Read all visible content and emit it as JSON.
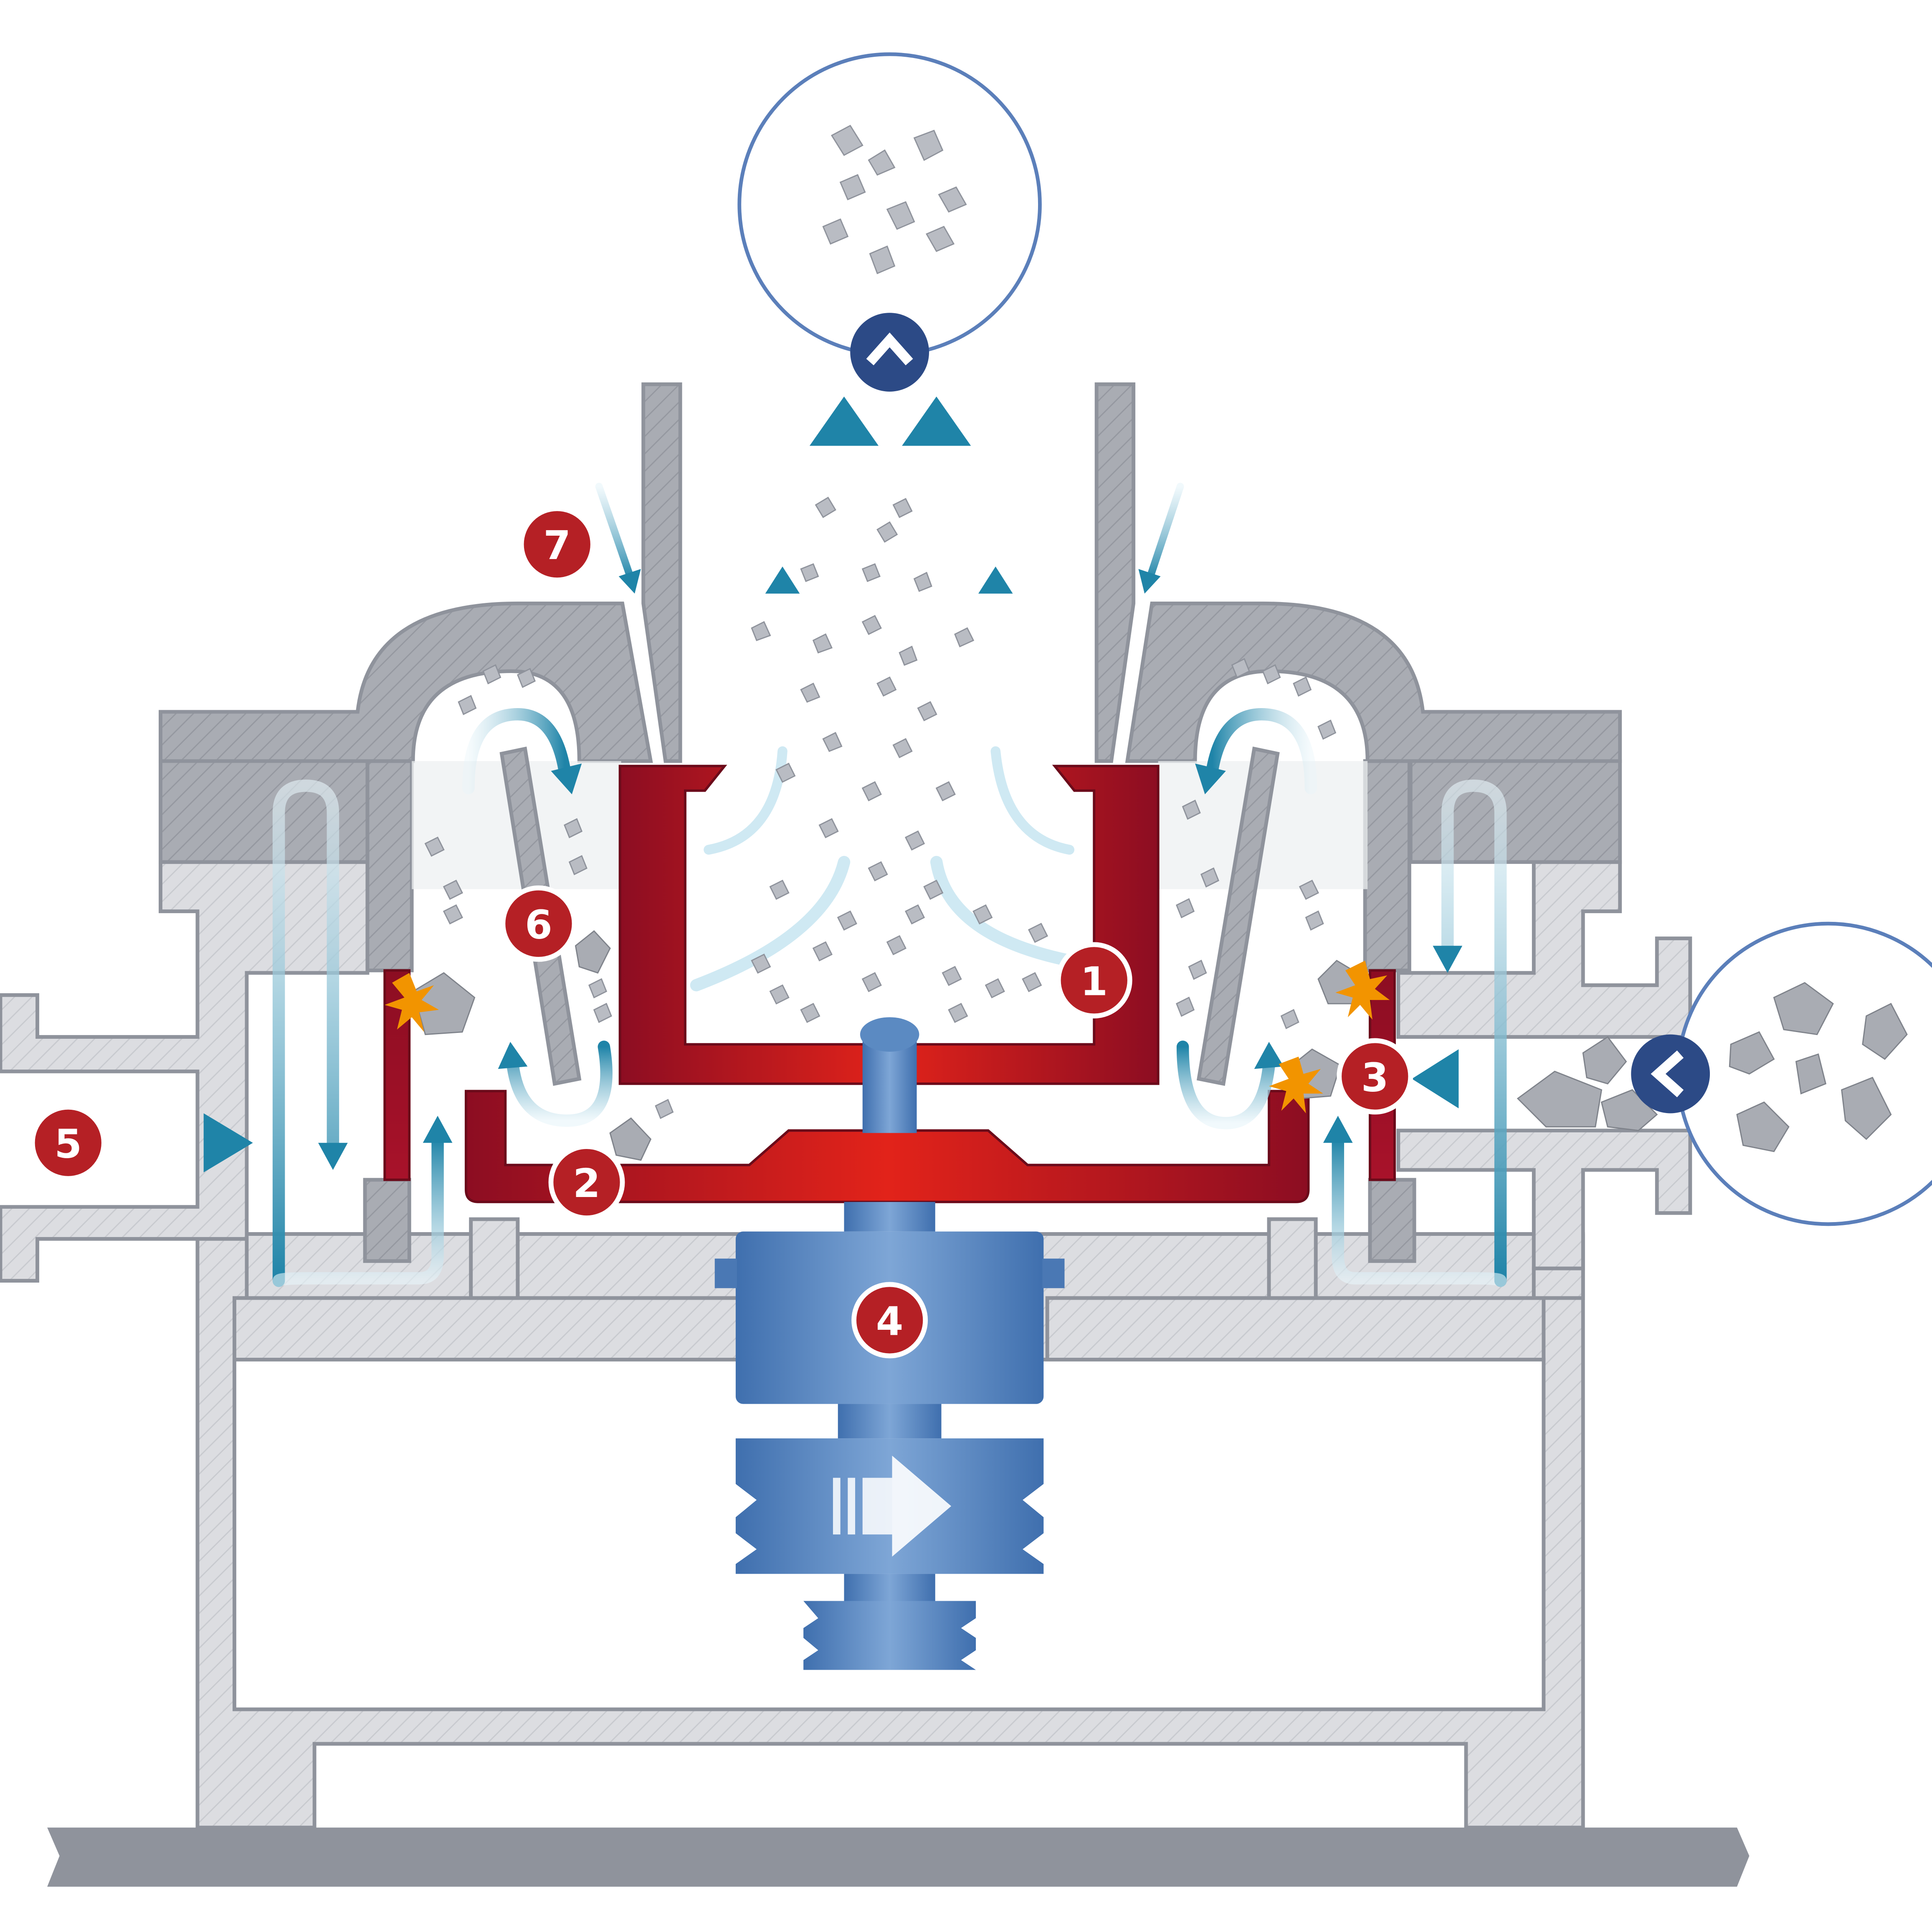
{
  "labels": {
    "one": "1",
    "two": "2",
    "three": "3",
    "four": "4",
    "five": "5",
    "six": "6",
    "seven": "7"
  },
  "colors": {
    "red_badge": "#b52025",
    "rotor_red": "#c8191e",
    "rotor_dark": "#8c0d22",
    "steel_gray": "#c9cbd0",
    "outline_gray": "#8f939c",
    "motor_blue": "#5b8ac2",
    "flow_teal": "#1f84a8",
    "navy": "#2c4a86"
  },
  "icons": {
    "product_out": "chevron-up-icon",
    "feed_in": "chevron-left-icon",
    "drive": "arrow-right-icon"
  }
}
